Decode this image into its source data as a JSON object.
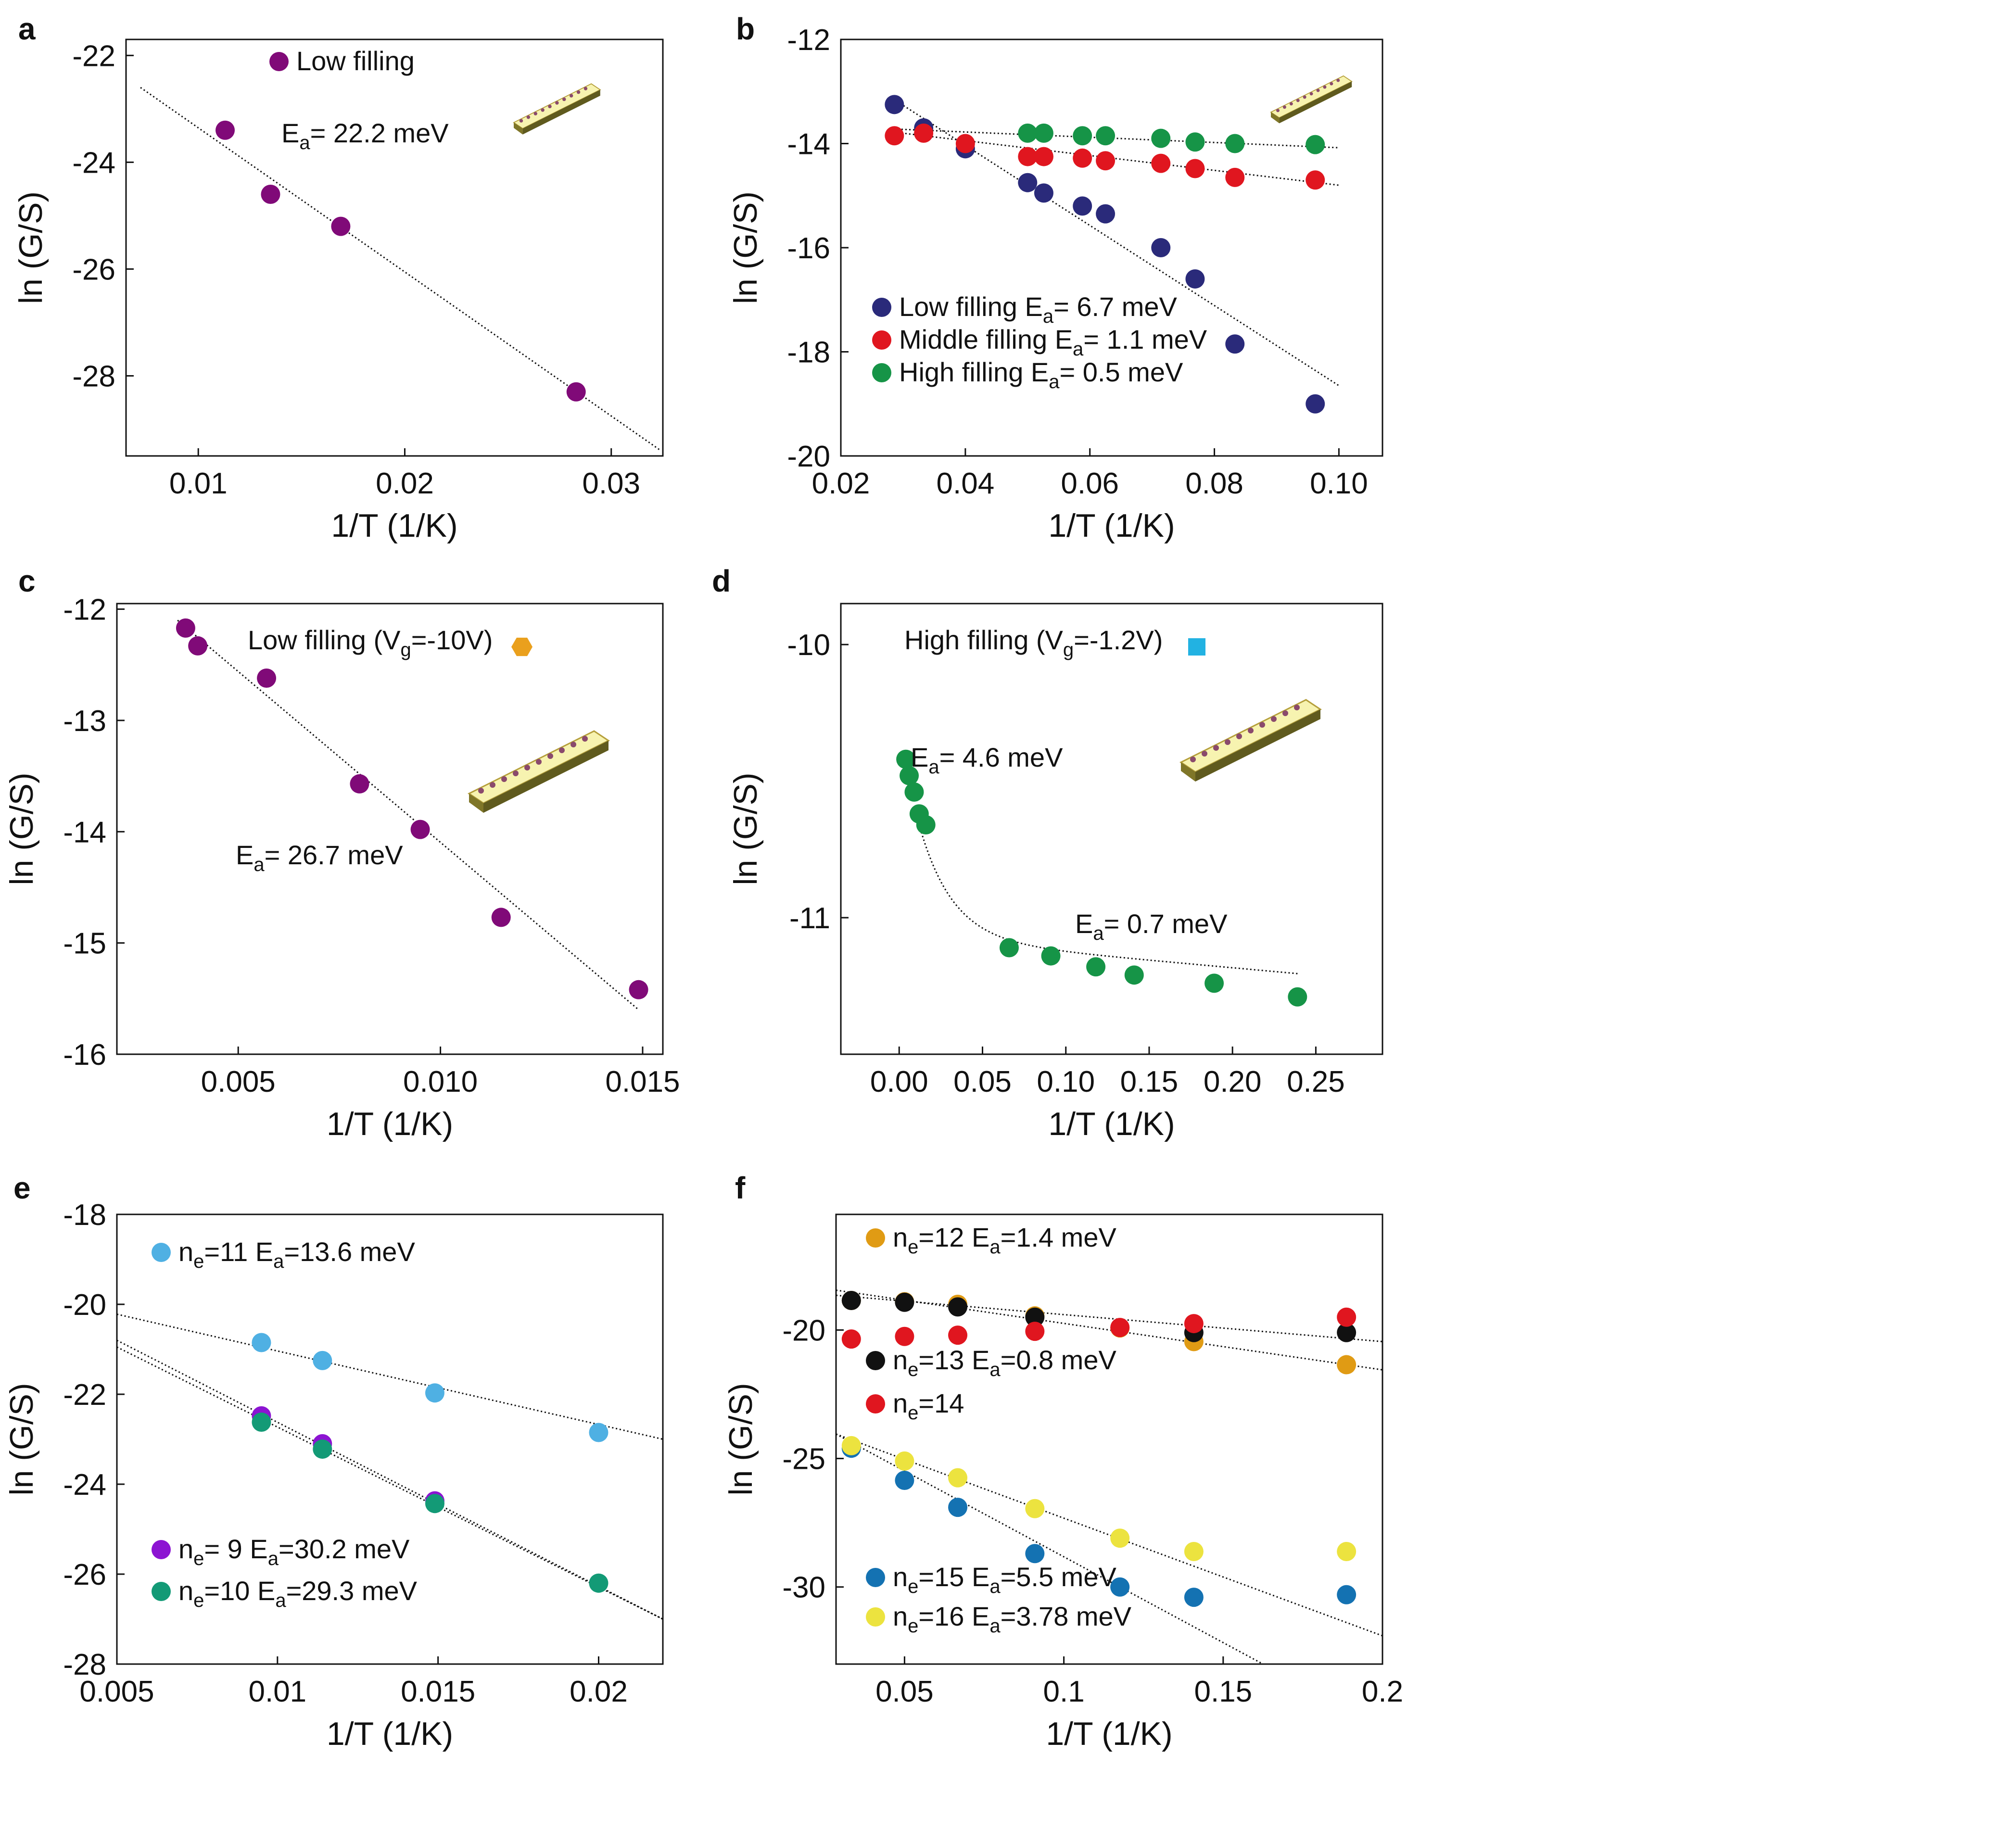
{
  "colors": {
    "purple": "#800a78",
    "navy": "#2a2a7a",
    "red": "#e0161f",
    "green": "#169447",
    "lightblue": "#4fb0e3",
    "violet": "#8c14d2",
    "teal": "#139a76",
    "orange": "#e09b14",
    "black": "#111111",
    "blue": "#1472b2",
    "yellow": "#ece33f",
    "marker_orange": "#eaa01d",
    "marker_cyan": "#22b2e2"
  },
  "chart_data": [
    {
      "panel": "a",
      "type": "scatter",
      "xlabel": "1/T (1/K)",
      "ylabel": "ln (G/S)",
      "xlim": [
        0.0065,
        0.0325
      ],
      "ylim": [
        -29.5,
        -21.7
      ],
      "xticks": [
        0.01,
        0.02,
        0.03
      ],
      "xtick_labels": [
        "0.01",
        "0.02",
        "0.03"
      ],
      "yticks": [
        -22,
        -24,
        -26,
        -28
      ],
      "ytick_labels": [
        "-22",
        "-24",
        "-26",
        "-28"
      ],
      "series": [
        {
          "name": "Low filling",
          "color": "purple",
          "x": [
            0.0113,
            0.0135,
            0.0169,
            0.0283
          ],
          "y": [
            -23.4,
            -24.6,
            -25.2,
            -28.3
          ]
        }
      ],
      "fits": [
        {
          "x": [
            0.0072,
            0.0324
          ],
          "y": [
            -22.6,
            -29.4
          ],
          "color": "black"
        }
      ],
      "legend": [
        {
          "text": "Low filling",
          "color": "purple",
          "marker": "dot-left"
        }
      ],
      "annotations": [
        {
          "text": "E",
          "sub": "a",
          "rest": "= 22.2 meV"
        }
      ],
      "inset": "nanotube",
      "grid": false
    },
    {
      "panel": "b",
      "type": "scatter",
      "xlabel": "1/T (1/K)",
      "ylabel": "ln (G/S)",
      "xlim": [
        0.02,
        0.107
      ],
      "ylim": [
        -20,
        -12
      ],
      "xticks": [
        0.02,
        0.04,
        0.06,
        0.08,
        0.1
      ],
      "xtick_labels": [
        "0.02",
        "0.04",
        "0.06",
        "0.08",
        "0.10"
      ],
      "yticks": [
        -12,
        -14,
        -16,
        -18,
        -20
      ],
      "ytick_labels": [
        "-12",
        "-14",
        "-16",
        "-18",
        "-20"
      ],
      "series": [
        {
          "name": "Low filling",
          "color": "navy",
          "x": [
            0.0286,
            0.0333,
            0.04,
            0.05,
            0.0526,
            0.0588,
            0.0625,
            0.0714,
            0.0769,
            0.0833,
            0.0962
          ],
          "y": [
            -13.25,
            -13.7,
            -14.1,
            -14.75,
            -14.95,
            -15.2,
            -15.35,
            -16.0,
            -16.6,
            -17.85,
            -19.0
          ]
        },
        {
          "name": "Middle filling",
          "color": "red",
          "x": [
            0.0286,
            0.0333,
            0.04,
            0.05,
            0.0526,
            0.0588,
            0.0625,
            0.0714,
            0.0769,
            0.0833,
            0.0962
          ],
          "y": [
            -13.85,
            -13.8,
            -14.0,
            -14.25,
            -14.25,
            -14.28,
            -14.33,
            -14.38,
            -14.48,
            -14.65,
            -14.7
          ]
        },
        {
          "name": "High filling",
          "color": "green",
          "x": [
            0.05,
            0.0526,
            0.0588,
            0.0625,
            0.0714,
            0.0769,
            0.0833,
            0.0962
          ],
          "y": [
            -13.8,
            -13.8,
            -13.85,
            -13.85,
            -13.9,
            -13.97,
            -14.0,
            -14.02
          ]
        }
      ],
      "fits": [
        {
          "x": [
            0.0285,
            0.1
          ],
          "y": [
            -13.15,
            -18.65
          ],
          "color": "black"
        },
        {
          "x": [
            0.0285,
            0.1
          ],
          "y": [
            -13.78,
            -14.8
          ],
          "color": "black"
        },
        {
          "x": [
            0.0285,
            0.1
          ],
          "y": [
            -13.72,
            -14.08
          ],
          "color": "black"
        }
      ],
      "legend": [
        {
          "text": "Low filling   E",
          "sub": "a",
          "rest": "= 6.7 meV",
          "color": "navy"
        },
        {
          "text": "Middle filling  E",
          "sub": "a",
          "rest": "= 1.1 meV",
          "color": "red"
        },
        {
          "text": "High filling  E",
          "sub": "a",
          "rest": "= 0.5 meV",
          "color": "green"
        }
      ],
      "inset": "nanotube",
      "grid": false
    },
    {
      "panel": "c",
      "type": "scatter",
      "xlabel": "1/T (1/K)",
      "ylabel": "ln (G/S)",
      "xlim": [
        0.002,
        0.0155
      ],
      "ylim": [
        -16,
        -11.95
      ],
      "xticks": [
        0.005,
        0.01,
        0.015
      ],
      "xtick_labels": [
        "0.005",
        "0.010",
        "0.015"
      ],
      "yticks": [
        -12,
        -13,
        -14,
        -15,
        -16
      ],
      "ytick_labels": [
        "-12",
        "-13",
        "-14",
        "-15",
        "-16"
      ],
      "series": [
        {
          "name": "Low filling (V_g=-10V)",
          "color": "purple",
          "x": [
            0.0037,
            0.004,
            0.0057,
            0.008,
            0.0095,
            0.0115,
            0.0149
          ],
          "y": [
            -12.17,
            -12.33,
            -12.62,
            -13.57,
            -13.98,
            -14.77,
            -15.42
          ]
        }
      ],
      "fits": [
        {
          "x": [
            0.0035,
            0.0149
          ],
          "y": [
            -12.1,
            -15.6
          ],
          "color": "black"
        }
      ],
      "legend": [
        {
          "text": "Low filling (V",
          "sub": "g",
          "rest": "=-10V)",
          "marker": "hexagon",
          "color": "marker_orange"
        }
      ],
      "annotations": [
        {
          "text": "E",
          "sub": "a",
          "rest": "= 26.7 meV"
        }
      ],
      "inset": "nanotube",
      "grid": false
    },
    {
      "panel": "d",
      "type": "scatter",
      "xlabel": "1/T (1/K)",
      "ylabel": "ln (G/S)",
      "xlim": [
        -0.035,
        0.29
      ],
      "ylim": [
        -11.5,
        -9.85
      ],
      "xticks": [
        0.0,
        0.05,
        0.1,
        0.15,
        0.2,
        0.25
      ],
      "xtick_labels": [
        "0.00",
        "0.05",
        "0.10",
        "0.15",
        "0.20",
        "0.25"
      ],
      "yticks": [
        -10,
        -11
      ],
      "ytick_labels": [
        "-10",
        "-11"
      ],
      "series": [
        {
          "name": "High filling (V_g=-1.2V)",
          "color": "green",
          "x": [
            0.004,
            0.006,
            0.009,
            0.012,
            0.016,
            0.066,
            0.091,
            0.118,
            0.141,
            0.189,
            0.239
          ],
          "y": [
            -10.42,
            -10.48,
            -10.54,
            -10.62,
            -10.66,
            -11.11,
            -11.14,
            -11.18,
            -11.21,
            -11.24,
            -11.29
          ]
        }
      ],
      "fits": [
        {
          "curve": "d-fit",
          "color": "black"
        }
      ],
      "legend": [
        {
          "text": "High filling (V",
          "sub": "g",
          "rest": "=-1.2V)",
          "marker": "square",
          "color": "marker_cyan"
        }
      ],
      "annotations": [
        {
          "text": "E",
          "sub": "a",
          "rest": "= 4.6 meV"
        },
        {
          "text": "E",
          "sub": "a",
          "rest": "= 0.7 meV"
        }
      ],
      "inset": "nanotube",
      "grid": false
    },
    {
      "panel": "e",
      "type": "scatter",
      "xlabel": "1/T (1/K)",
      "ylabel": "ln (G/S)",
      "xlim": [
        0.005,
        0.022
      ],
      "ylim": [
        -28,
        -18
      ],
      "xticks": [
        0.005,
        0.01,
        0.015,
        0.02
      ],
      "xtick_labels": [
        "0.005",
        "0.01",
        "0.015",
        "0.02"
      ],
      "yticks": [
        -18,
        -20,
        -22,
        -24,
        -26,
        -28
      ],
      "ytick_labels": [
        "-18",
        "-20",
        "-22",
        "-24",
        "-26",
        "-28"
      ],
      "series": [
        {
          "name": "n_e=11 E_a=13.6 meV",
          "color": "lightblue",
          "x": [
            0.0095,
            0.0114,
            0.0149,
            0.02
          ],
          "y": [
            -20.85,
            -21.25,
            -21.97,
            -22.85
          ]
        },
        {
          "name": "n_e= 9  E_a=30.2 meV",
          "color": "violet",
          "x": [
            0.0095,
            0.0114,
            0.0149
          ],
          "y": [
            -22.48,
            -23.1,
            -24.37
          ]
        },
        {
          "name": "n_e=10 E_a=29.3 meV",
          "color": "teal",
          "x": [
            0.0095,
            0.0114,
            0.0149,
            0.02
          ],
          "y": [
            -22.62,
            -23.22,
            -24.43,
            -26.2
          ]
        }
      ],
      "fits": [
        {
          "x": [
            0.005,
            0.022
          ],
          "y": [
            -20.22,
            -23.0
          ],
          "color": "black"
        },
        {
          "x": [
            0.005,
            0.022
          ],
          "y": [
            -20.8,
            -27.0
          ],
          "color": "black"
        },
        {
          "x": [
            0.005,
            0.022
          ],
          "y": [
            -20.95,
            -27.0
          ],
          "color": "black"
        }
      ],
      "legend": [
        {
          "text": "n",
          "sub": "e",
          "rest": "=11 E",
          "sub2": "a",
          "rest2": "=13.6 meV",
          "color": "lightblue"
        },
        {
          "text": "n",
          "sub": "e",
          "rest": "= 9  E",
          "sub2": "a",
          "rest2": "=30.2 meV",
          "color": "violet"
        },
        {
          "text": "n",
          "sub": "e",
          "rest": "=10 E",
          "sub2": "a",
          "rest2": "=29.3 meV",
          "color": "teal"
        }
      ],
      "grid": false
    },
    {
      "panel": "f",
      "type": "scatter",
      "xlabel": "1/T (1/K)",
      "ylabel": "ln (G/S)",
      "xlim": [
        0.0285,
        0.2
      ],
      "ylim": [
        -33,
        -15.5
      ],
      "xticks": [
        0.05,
        0.1,
        0.15,
        0.2
      ],
      "xtick_labels": [
        "0.05",
        "0.1",
        "0.15",
        "0.2"
      ],
      "yticks": [
        -20,
        -25,
        -30
      ],
      "ytick_labels": [
        "-20",
        "-25",
        "-30"
      ],
      "series": [
        {
          "name": "n_e=12 E_a=1.4 meV",
          "color": "orange",
          "x": [
            0.0333,
            0.05,
            0.0667,
            0.0909,
            0.1176,
            0.1408,
            0.1887
          ],
          "y": [
            -18.85,
            -18.9,
            -19.0,
            -19.45,
            -19.92,
            -20.45,
            -21.35
          ]
        },
        {
          "name": "n_e=13 E_a=0.8 meV",
          "color": "black",
          "x": [
            0.0333,
            0.05,
            0.0667,
            0.0909,
            0.1408,
            0.1887
          ],
          "y": [
            -18.85,
            -18.92,
            -19.1,
            -19.5,
            -20.1,
            -20.1
          ]
        },
        {
          "name": "n_e=14",
          "color": "red",
          "x": [
            0.0333,
            0.05,
            0.0667,
            0.0909,
            0.1176,
            0.1408,
            0.1887
          ],
          "y": [
            -20.35,
            -20.25,
            -20.2,
            -20.05,
            -19.9,
            -19.75,
            -19.5
          ]
        },
        {
          "name": "n_e=15 E_a=5.5 meV",
          "color": "blue",
          "x": [
            0.0333,
            0.05,
            0.0667,
            0.0909,
            0.1176,
            0.1408,
            0.1887
          ],
          "y": [
            -24.6,
            -25.85,
            -26.9,
            -28.7,
            -30.0,
            -30.4,
            -30.3
          ]
        },
        {
          "name": "n_e=16 E_a=3.78 meV",
          "color": "yellow",
          "x": [
            0.0333,
            0.05,
            0.0667,
            0.0909,
            0.1176,
            0.1408,
            0.1887
          ],
          "y": [
            -24.5,
            -25.1,
            -25.75,
            -26.95,
            -28.1,
            -28.62,
            -28.62
          ]
        }
      ],
      "fits": [
        {
          "x": [
            0.0285,
            0.2
          ],
          "y": [
            -18.65,
            -20.45
          ],
          "color": "black"
        },
        {
          "x": [
            0.0285,
            0.2
          ],
          "y": [
            -18.45,
            -21.55
          ],
          "color": "black"
        },
        {
          "x": [
            0.0285,
            0.2
          ],
          "y": [
            -24.05,
            -31.9
          ],
          "color": "black"
        },
        {
          "x": [
            0.0285,
            0.1625
          ],
          "y": [
            -24.05,
            -33.0
          ],
          "color": "black"
        }
      ],
      "legend": [
        {
          "text": "n",
          "sub": "e",
          "rest": "=12 E",
          "sub2": "a",
          "rest2": "=1.4 meV",
          "color": "orange"
        },
        {
          "text": "n",
          "sub": "e",
          "rest": "=13 E",
          "sub2": "a",
          "rest2": "=0.8 meV",
          "color": "black"
        },
        {
          "text": "n",
          "sub": "e",
          "rest": "=14",
          "color": "red"
        },
        {
          "text": "n",
          "sub": "e",
          "rest": "=15 E",
          "sub2": "a",
          "rest2": "=5.5 meV",
          "color": "blue"
        },
        {
          "text": "n",
          "sub": "e",
          "rest": "=16 E",
          "sub2": "a",
          "rest2": "=3.78 meV",
          "color": "yellow"
        }
      ],
      "grid": false
    }
  ]
}
